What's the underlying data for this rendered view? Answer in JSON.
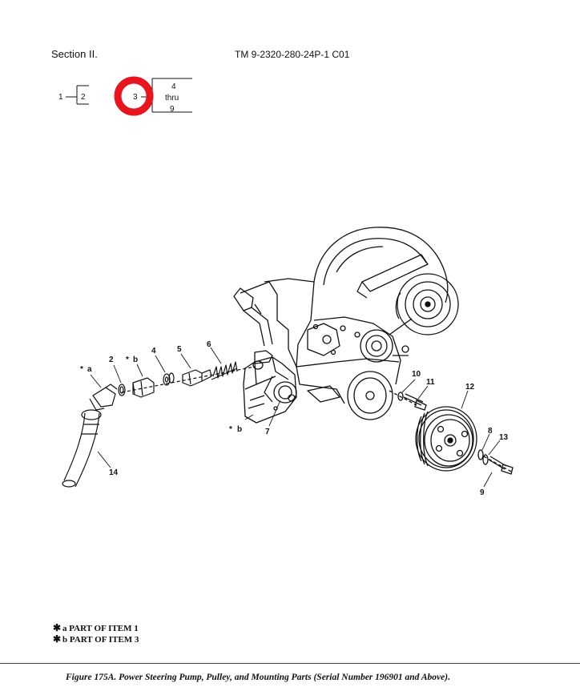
{
  "header": {
    "section": "Section II.",
    "tm_number": "TM 9-2320-280-24P-1  C01"
  },
  "locator_tree": {
    "node_1": "1",
    "node_2": "2",
    "node_3": "3",
    "range_start": "4",
    "range_mid": "thru",
    "range_end": "9",
    "highlight_color": "#e8141e"
  },
  "callouts": {
    "star": "*",
    "a_label": "a",
    "b_label": "b",
    "c2": "2",
    "c4": "4",
    "c5": "5",
    "c6": "6",
    "c7": "7",
    "c8": "8",
    "c9": "9",
    "c10": "10",
    "c11": "11",
    "c12": "12",
    "c13": "13",
    "c14": "14"
  },
  "footnotes": [
    {
      "symbol": "✱",
      "text": "a  PART OF ITEM 1"
    },
    {
      "symbol": "✱",
      "text": "b  PART OF ITEM 3"
    }
  ],
  "caption": "Figure 175A.  Power Steering Pump, Pulley, and Mounting Parts (Serial Number 196901 and Above)."
}
